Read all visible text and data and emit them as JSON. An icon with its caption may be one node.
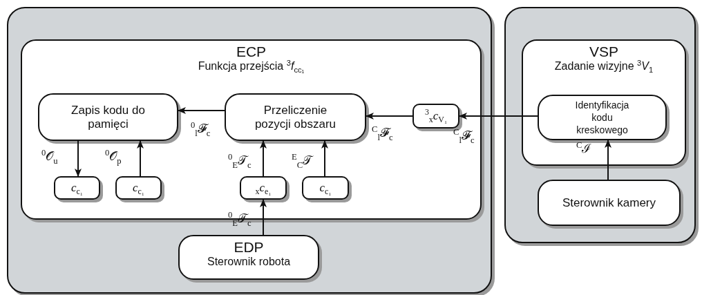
{
  "diagram": {
    "nodes": [
      {
        "text": [],
        "shape": "box"
      },
      {
        "text": [
          "ECP",
          "Funkcja przejścia $^{3}$*f*$_{cc₁}$"
        ],
        "in": 0
      },
      {
        "text": [
          "Zapis kodu do pamięci"
        ],
        "in": 1
      },
      {
        "text": [
          "Przeliczenie pozycji obszaru"
        ],
        "in": 1
      },
      {
        "text": [
          "$^{3}$$_{x}$*c*$_{V₁}$"
        ],
        "in": 1
      },
      {
        "text": [
          "*c*$_{c₁}$"
        ],
        "in": 1
      },
      {
        "text": [
          "*c*$_{c₁}$"
        ],
        "in": 1
      },
      {
        "text": [
          "$_{x}$*c*$_{e₁}$"
        ],
        "in": 1
      },
      {
        "text": [
          "*c*$_{c₁}$"
        ],
        "in": 1
      },
      {
        "text": [
          "EDP",
          "Sterownik robota"
        ],
        "in": 0
      },
      {
        "text": [],
        "shape": "box"
      },
      {
        "text": [
          "VSP",
          "Zadanie wizyjne $^{3}$*V*$_{1}$"
        ],
        "in": 10
      },
      {
        "text": [
          "Identyfikacja kodu kreskowego"
        ],
        "in": 11
      },
      {
        "text": [
          "Sterownik kamery"
        ],
        "in": 10
      }
    ],
    "edges": [
      {
        "from": 3,
        "to": 2,
        "arrow": "to",
        "label": "$^{0}$$_{l}$𝓕$_{c}$"
      },
      {
        "from": 4,
        "to": 3,
        "arrow": "to",
        "label": "$^{C}$$_{l}$𝓕$_{c}$"
      },
      {
        "from": 12,
        "to": 4,
        "arrow": "to",
        "label": "$^{C}$$_{l}$𝓕$_{c}$"
      },
      {
        "from": 2,
        "to": 5,
        "arrow": "to",
        "label": "$^{0}$𝒪$_{u}$"
      },
      {
        "from": 6,
        "to": 2,
        "arrow": "to",
        "label": "$^{0}$𝒪$_{p}$"
      },
      {
        "from": 7,
        "to": 3,
        "arrow": "to",
        "label": "$^{0}$$_{E}$𝒯$_{c}$"
      },
      {
        "from": 8,
        "to": 3,
        "arrow": "to",
        "label": "$^{E}$$_{C}$𝒯"
      },
      {
        "from": 9,
        "to": 7,
        "arrow": "to",
        "label": "$^{0}$$_{E}$𝒯$_{c}$"
      },
      {
        "from": 13,
        "to": 12,
        "arrow": "to",
        "label": "$^{C}$ℐ"
      }
    ]
  }
}
